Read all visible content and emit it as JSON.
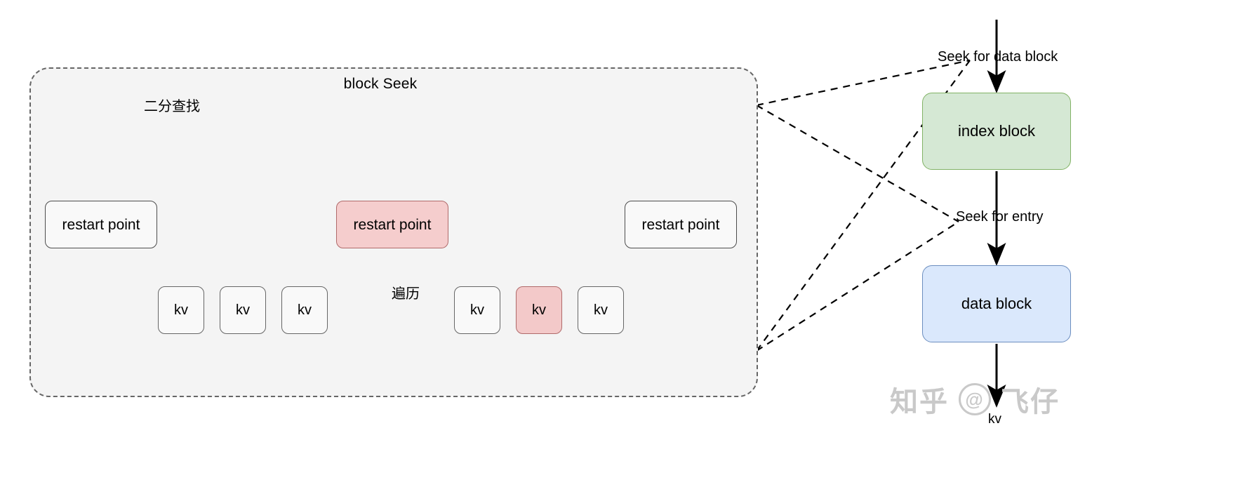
{
  "diagram": {
    "panel": {
      "title": "block Seek",
      "restart_points": [
        {
          "label": "restart point",
          "highlighted": false
        },
        {
          "label": "restart point",
          "highlighted": true
        },
        {
          "label": "restart point",
          "highlighted": false
        }
      ],
      "kv_entries": [
        {
          "label": "kv",
          "highlighted": false
        },
        {
          "label": "kv",
          "highlighted": false
        },
        {
          "label": "kv",
          "highlighted": false
        },
        {
          "label": "kv",
          "highlighted": false
        },
        {
          "label": "kv",
          "highlighted": true
        },
        {
          "label": "kv",
          "highlighted": false
        }
      ],
      "edge_labels": {
        "binary_search": "二分查找",
        "traverse": "遍历"
      }
    },
    "pipeline": {
      "steps": [
        {
          "label": "Seek for data block",
          "kind": "edge-label"
        },
        {
          "label": "index block",
          "kind": "node",
          "fill": "#d5e8d4",
          "stroke": "#82b366"
        },
        {
          "label": "Seek for entry",
          "kind": "edge-label"
        },
        {
          "label": "data block",
          "kind": "node",
          "fill": "#dae8fc",
          "stroke": "#6c8ebf"
        },
        {
          "label": "kv",
          "kind": "terminal-label"
        }
      ]
    },
    "watermark": {
      "site": "知乎",
      "at": "@",
      "user": "飞仔"
    },
    "colors": {
      "panel_fill": "#f4f4f4",
      "panel_stroke": "#666666",
      "highlight_fill": "#f3c9c9",
      "highlight_stroke": "#b06a6a",
      "index_fill": "#d5e8d4",
      "data_fill": "#dae8fc",
      "line": "#000000"
    }
  }
}
